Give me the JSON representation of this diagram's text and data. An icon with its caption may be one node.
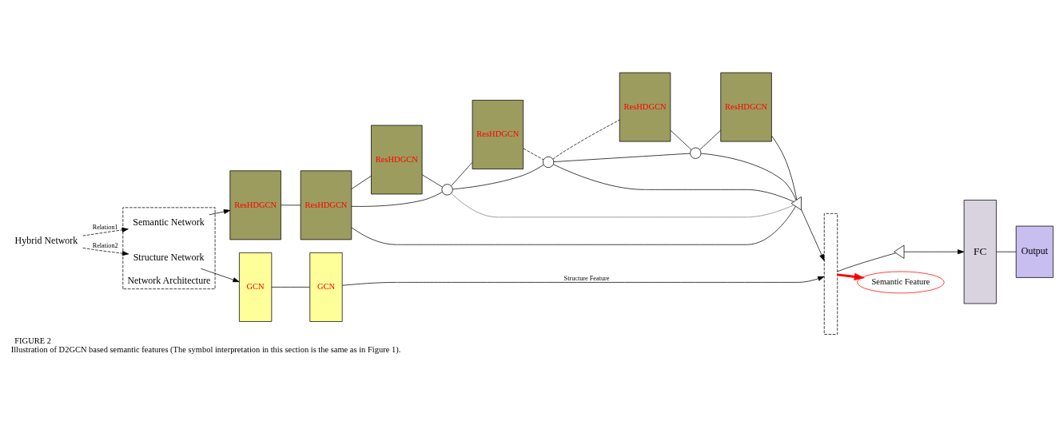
{
  "diagram": {
    "title": "FIGURE 2",
    "caption": "Illustration of D2GCN based semantic features (The symbol interpretation in this section is the same as in Figure 1).",
    "nodes": [
      {
        "text": [
          "Hybrid Network"
        ]
      },
      {
        "text": [
          "Network Architecture"
        ]
      },
      {
        "text": [
          "Semantic Network"
        ],
        "in": 1
      },
      {
        "text": [
          "Structure Network"
        ],
        "in": 1
      },
      {
        "text": [
          "ResHDGCN"
        ]
      },
      {
        "text": [
          "ResHDGCN"
        ]
      },
      {
        "text": [
          "ResHDGCN"
        ]
      },
      {
        "text": [
          "ResHDGCN"
        ]
      },
      {
        "text": [
          "ResHDGCN"
        ]
      },
      {
        "text": [
          "ResHDGCN"
        ]
      },
      {
        "text": [
          "GCN"
        ]
      },
      {
        "text": [
          "GCN"
        ]
      },
      {
        "text": [],
        "shape": "circle"
      },
      {
        "text": [],
        "shape": "circle"
      },
      {
        "text": [],
        "shape": "circle"
      },
      {
        "text": [],
        "shape": "triangle"
      },
      {
        "text": [],
        "shape": "bar"
      },
      {
        "text": [],
        "shape": "triangle"
      },
      {
        "text": [
          "FC"
        ]
      },
      {
        "text": [
          "Output"
        ]
      },
      {
        "text": [
          "Semantic Feature"
        ]
      }
    ],
    "edges": [
      {
        "from": 0,
        "to": 2,
        "arrow": "to",
        "label": "Relation1",
        "style": "dashed"
      },
      {
        "from": 0,
        "to": 3,
        "arrow": "to",
        "label": "Relation2",
        "style": "dashed"
      },
      {
        "from": 2,
        "to": 4,
        "arrow": "to"
      },
      {
        "from": 4,
        "to": 5,
        "arrow": "none"
      },
      {
        "from": 5,
        "to": 6,
        "arrow": "none"
      },
      {
        "from": 6,
        "to": 12,
        "arrow": "none"
      },
      {
        "from": 12,
        "to": 7,
        "arrow": "none"
      },
      {
        "from": 7,
        "to": 13,
        "arrow": "none",
        "style": "dashed"
      },
      {
        "from": 13,
        "to": 8,
        "arrow": "none",
        "style": "dashed"
      },
      {
        "from": 8,
        "to": 14,
        "arrow": "none"
      },
      {
        "from": 14,
        "to": 9,
        "arrow": "none"
      },
      {
        "from": 9,
        "to": 15,
        "arrow": "none"
      },
      {
        "from": 5,
        "to": 12,
        "arrow": "none"
      },
      {
        "from": 5,
        "to": 15,
        "arrow": "none"
      },
      {
        "from": 12,
        "to": 13,
        "arrow": "none"
      },
      {
        "from": 12,
        "to": 15,
        "arrow": "none",
        "color": "#808080"
      },
      {
        "from": 13,
        "to": 14,
        "arrow": "none"
      },
      {
        "from": 13,
        "to": 15,
        "arrow": "none"
      },
      {
        "from": 14,
        "to": 15,
        "arrow": "none"
      },
      {
        "from": 15,
        "to": 16,
        "arrow": "to"
      },
      {
        "from": 3,
        "to": 10,
        "arrow": "to"
      },
      {
        "from": 10,
        "to": 11,
        "arrow": "none"
      },
      {
        "from": 11,
        "to": 16,
        "arrow": "to",
        "label": "Structure Feature"
      },
      {
        "from": 16,
        "to": 17,
        "arrow": "none"
      },
      {
        "from": 17,
        "to": 18,
        "arrow": "to"
      },
      {
        "from": 18,
        "to": 19,
        "arrow": "none"
      },
      {
        "from": 16,
        "to": 20,
        "arrow": "to",
        "style": "thick",
        "color": "#ff0000"
      }
    ]
  }
}
